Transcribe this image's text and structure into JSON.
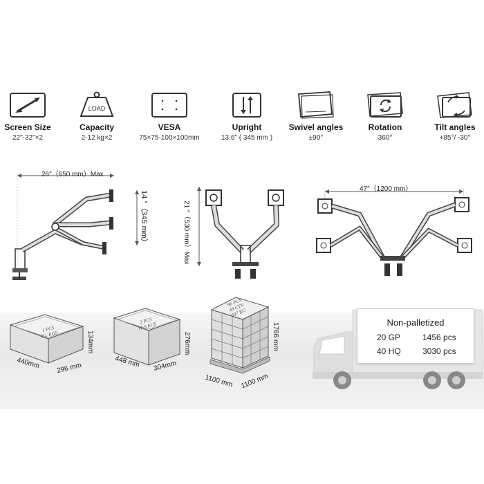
{
  "specs": [
    {
      "title": "Screen Size",
      "value": "22\"-32\"×2",
      "icon": "diagonal-arrow-icon"
    },
    {
      "title": "Capacity",
      "value": "2-12 kg×2",
      "icon": "weight-load-icon",
      "icon_text": "LOAD"
    },
    {
      "title": "VESA",
      "value": "75×75-100×100mm",
      "icon": "vesa-holes-icon"
    },
    {
      "title": "Upright",
      "value": "13.6\" ( 345 mm )",
      "icon": "up-down-arrows-icon"
    },
    {
      "title": "Swivel angles",
      "value": "±90°",
      "icon": "swivel-screens-icon"
    },
    {
      "title": "Rotation",
      "value": "360°",
      "icon": "rotation-icon"
    },
    {
      "title": "Tilt angles",
      "value": "+85°/  -30°",
      "icon": "tilt-icon"
    }
  ],
  "diagrams": {
    "side_width": "26″（650 mm）Max",
    "side_height": "14 ″（345 mm）",
    "front_height": "21 ″（530 mm）Max",
    "spread_width": "47″（1200 mm）"
  },
  "packaging": {
    "box1": {
      "label_lines": [
        "1 PCS",
        "8.1 KGS"
      ],
      "len": "440mm",
      "wid": "296 mm",
      "hgt": "134mm"
    },
    "box2": {
      "label_lines": [
        "2 PCS",
        "16.5 KGS"
      ],
      "len": "448 mm",
      "wid": "304mm",
      "hgt": "276mm"
    },
    "pallet": {
      "label_lines": [
        "96 PCS",
        "48 CTN",
        "807 KG"
      ],
      "len": "1100 mm",
      "wid": "1100 mm",
      "hgt": "1766 mm"
    }
  },
  "shipping": {
    "title": "Non-palletized",
    "rows": [
      {
        "container": "20 GP",
        "qty": "1456 pcs"
      },
      {
        "container": "40 HQ",
        "qty": "3030 pcs"
      }
    ]
  },
  "colors": {
    "line": "#3a3a3a",
    "floor": "#ececec",
    "truck": "#e8e8e8"
  }
}
